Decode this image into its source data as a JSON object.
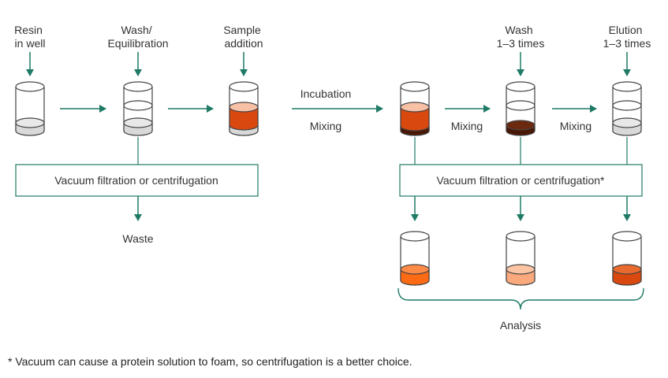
{
  "colors": {
    "arrow": "#1f7a66",
    "box_stroke": "#1f7a66",
    "tube_stroke": "#444444",
    "resin": "#d9d9d9",
    "sample_light": "#f8c1a6",
    "sample": "#d9480f",
    "dark": "#4a1705",
    "elute_bright": "#fc6a14",
    "elute_light": "#f9a97c",
    "elute_mid": "#e04a0e"
  },
  "steps": {
    "resin": [
      "Resin",
      "in well"
    ],
    "wash_equil": [
      "Wash/",
      "Equilibration"
    ],
    "sample_add": [
      "Sample",
      "addition"
    ],
    "incubation": "Incubation",
    "mixing1": "Mixing",
    "mixing2": "Mixing",
    "mixing3": "Mixing",
    "wash": [
      "Wash",
      "1–3 times"
    ],
    "elution": [
      "Elution",
      "1–3 times"
    ]
  },
  "boxes": {
    "left": "Vacuum filtration or centrifugation",
    "right": "Vacuum filtration or centrifugation*"
  },
  "waste": "Waste",
  "analysis": "Analysis",
  "footnote": "* Vacuum can cause a protein solution to foam, so centrifugation is a better choice."
}
